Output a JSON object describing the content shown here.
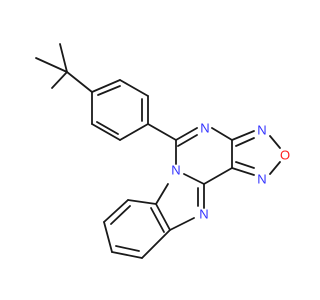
{
  "molecule": {
    "atoms": [
      {
        "id": "n_top",
        "label": "N",
        "color": "#3333ff"
      },
      {
        "id": "n_furazan_1",
        "label": "N",
        "color": "#3333ff"
      },
      {
        "id": "o_furazan",
        "label": "O",
        "color": "#ff2020"
      },
      {
        "id": "n_furazan_2",
        "label": "N",
        "color": "#3333ff"
      },
      {
        "id": "n_bridge",
        "label": "N",
        "color": "#3333ff"
      },
      {
        "id": "n_imidazole",
        "label": "N",
        "color": "#3333ff"
      }
    ],
    "bond_color": "#1a1a1a",
    "background": "#ffffff"
  }
}
